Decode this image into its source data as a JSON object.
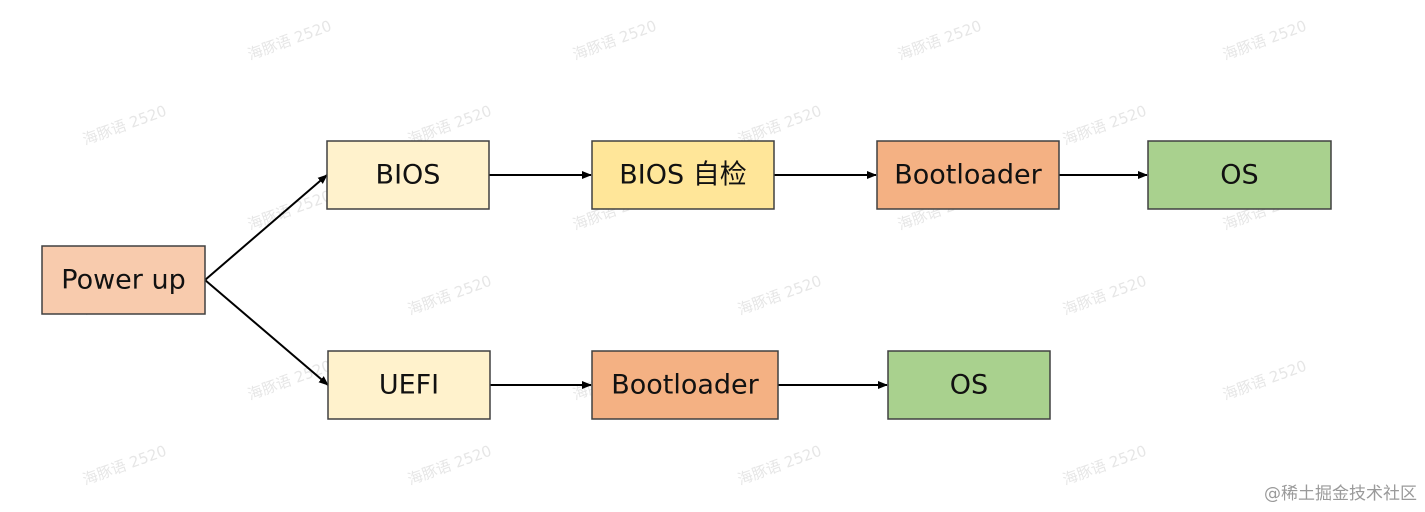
{
  "diagram": {
    "nodes": {
      "power_up": {
        "label": "Power up",
        "fill": "#F8CBAD"
      },
      "bios": {
        "label": "BIOS",
        "fill": "#FFF2CC"
      },
      "bios_post": {
        "label": "BIOS 自检",
        "fill": "#FFE699"
      },
      "bootloader_top": {
        "label": "Bootloader",
        "fill": "#F4B183"
      },
      "os_top": {
        "label": "OS",
        "fill": "#A9D18E"
      },
      "uefi": {
        "label": "UEFI",
        "fill": "#FFF2CC"
      },
      "bootloader_bottom": {
        "label": "Bootloader",
        "fill": "#F4B183"
      },
      "os_bottom": {
        "label": "OS",
        "fill": "#A9D18E"
      }
    },
    "edges": [
      {
        "from": "power_up",
        "to": "bios"
      },
      {
        "from": "power_up",
        "to": "uefi"
      },
      {
        "from": "bios",
        "to": "bios_post"
      },
      {
        "from": "bios_post",
        "to": "bootloader_top"
      },
      {
        "from": "bootloader_top",
        "to": "os_top"
      },
      {
        "from": "uefi",
        "to": "bootloader_bottom"
      },
      {
        "from": "bootloader_bottom",
        "to": "os_bottom"
      }
    ],
    "border_color": "#404040",
    "arrow_color": "#000000"
  },
  "watermark": {
    "text": "海豚语 2520"
  },
  "credit": {
    "text": "@稀土掘金技术社区"
  }
}
